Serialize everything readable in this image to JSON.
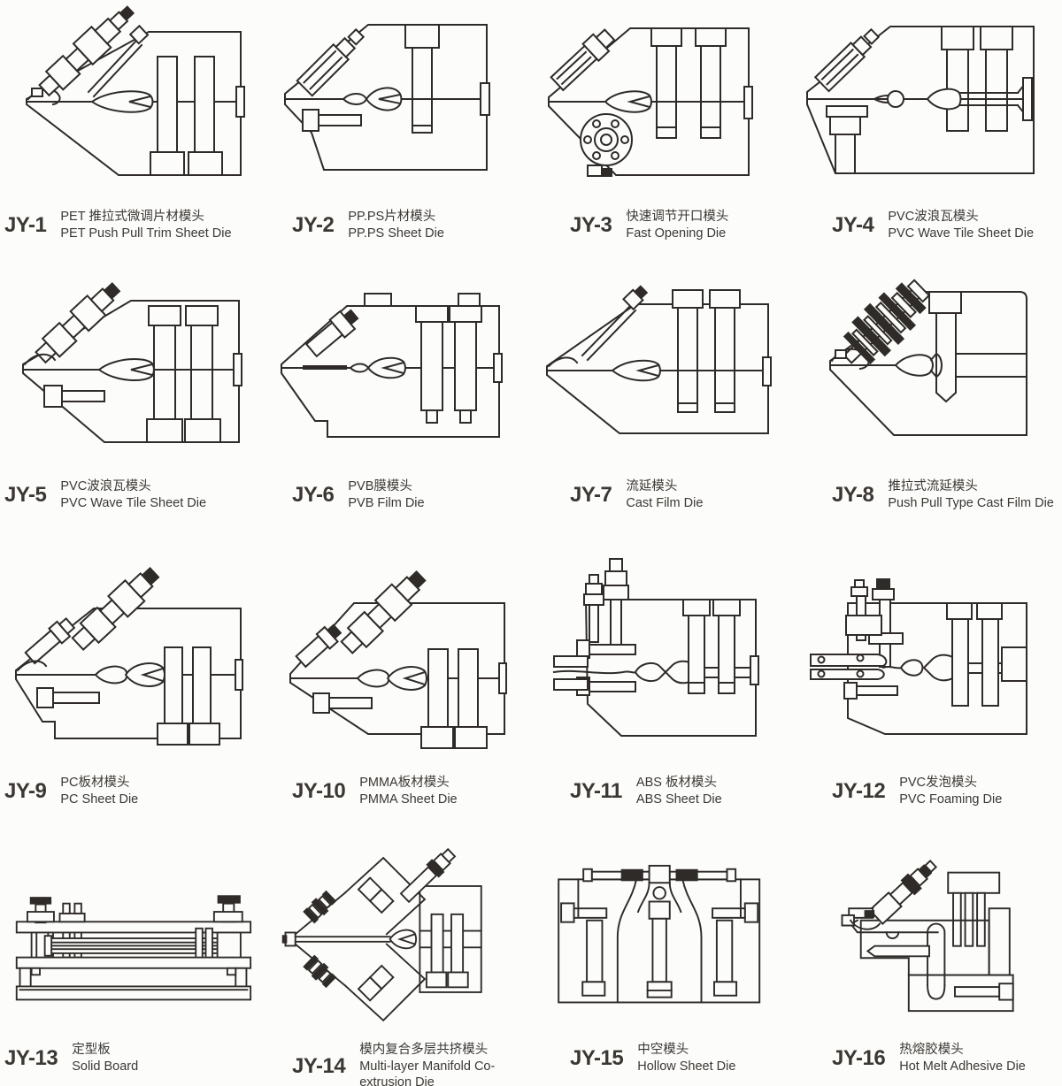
{
  "page": {
    "background": "#fcfcfa",
    "line_color": "#2e2b28",
    "text_color": "#3b3834",
    "description": "Extrusion die product catalog grid, 16 technical line drawings with bilingual captions"
  },
  "products": [
    {
      "model": "JY-1",
      "name_zh": "PET 推拉式微调片材模头",
      "name_en": "PET Push Pull Trim Sheet Die"
    },
    {
      "model": "JY-2",
      "name_zh": "PP.PS片材模头",
      "name_en": "PP.PS Sheet Die"
    },
    {
      "model": "JY-3",
      "name_zh": "快速调节开口模头",
      "name_en": "Fast Opening Die"
    },
    {
      "model": "JY-4",
      "name_zh": "PVC波浪瓦模头",
      "name_en": "PVC Wave Tile Sheet Die"
    },
    {
      "model": "JY-5",
      "name_zh": "PVC波浪瓦模头",
      "name_en": "PVC Wave Tile Sheet Die"
    },
    {
      "model": "JY-6",
      "name_zh": "PVB膜模头",
      "name_en": "PVB Film Die"
    },
    {
      "model": "JY-7",
      "name_zh": "流延模头",
      "name_en": "Cast Film Die"
    },
    {
      "model": "JY-8",
      "name_zh": "推拉式流延模头",
      "name_en": "Push Pull Type Cast Film Die"
    },
    {
      "model": "JY-9",
      "name_zh": "PC板材模头",
      "name_en": "PC Sheet Die"
    },
    {
      "model": "JY-10",
      "name_zh": "PMMA板材模头",
      "name_en": "PMMA Sheet Die"
    },
    {
      "model": "JY-11",
      "name_zh": "ABS 板材模头",
      "name_en": "ABS Sheet Die"
    },
    {
      "model": "JY-12",
      "name_zh": "PVC发泡模头",
      "name_en": "PVC Foaming Die"
    },
    {
      "model": "JY-13",
      "name_zh": "定型板",
      "name_en": "Solid Board"
    },
    {
      "model": "JY-14",
      "name_zh": "模内复合多层共挤模头",
      "name_en": "Multi-layer Manifold Co-extrusion Die"
    },
    {
      "model": "JY-15",
      "name_zh": "中空模头",
      "name_en": "Hollow Sheet Die"
    },
    {
      "model": "JY-16",
      "name_zh": "热熔胶模头",
      "name_en": "Hot Melt Adhesive Die"
    }
  ]
}
